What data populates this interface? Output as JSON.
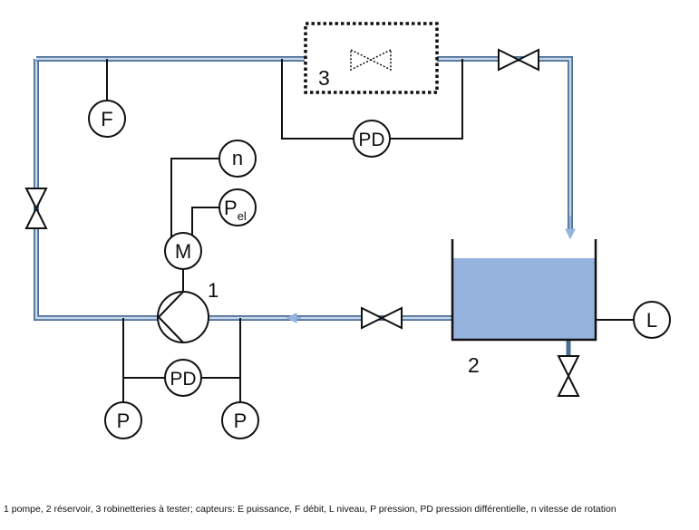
{
  "colors": {
    "pipe_outer": "#4a6d94",
    "pipe_inner": "#c9d8ec",
    "water": "#95b3dd",
    "stroke": "#111111"
  },
  "labels": {
    "pump_number": "1",
    "reservoir_number": "2",
    "test_section_number": "3",
    "flow_sensor": "F",
    "diff_pressure_test": "PD",
    "diff_pressure_pump": "PD",
    "speed_sensor": "n",
    "power_sensor_main": "P",
    "power_sensor_sub": "el",
    "motor": "M",
    "level_sensor": "L",
    "pressure_left": "P",
    "pressure_right": "P"
  },
  "caption": "1 pompe,  2 réservoir,  3 robinetteries à tester; capteurs: E puissance,  F débit,  L niveau,  P pression,  PD pression différentielle,  n vitesse de rotation"
}
